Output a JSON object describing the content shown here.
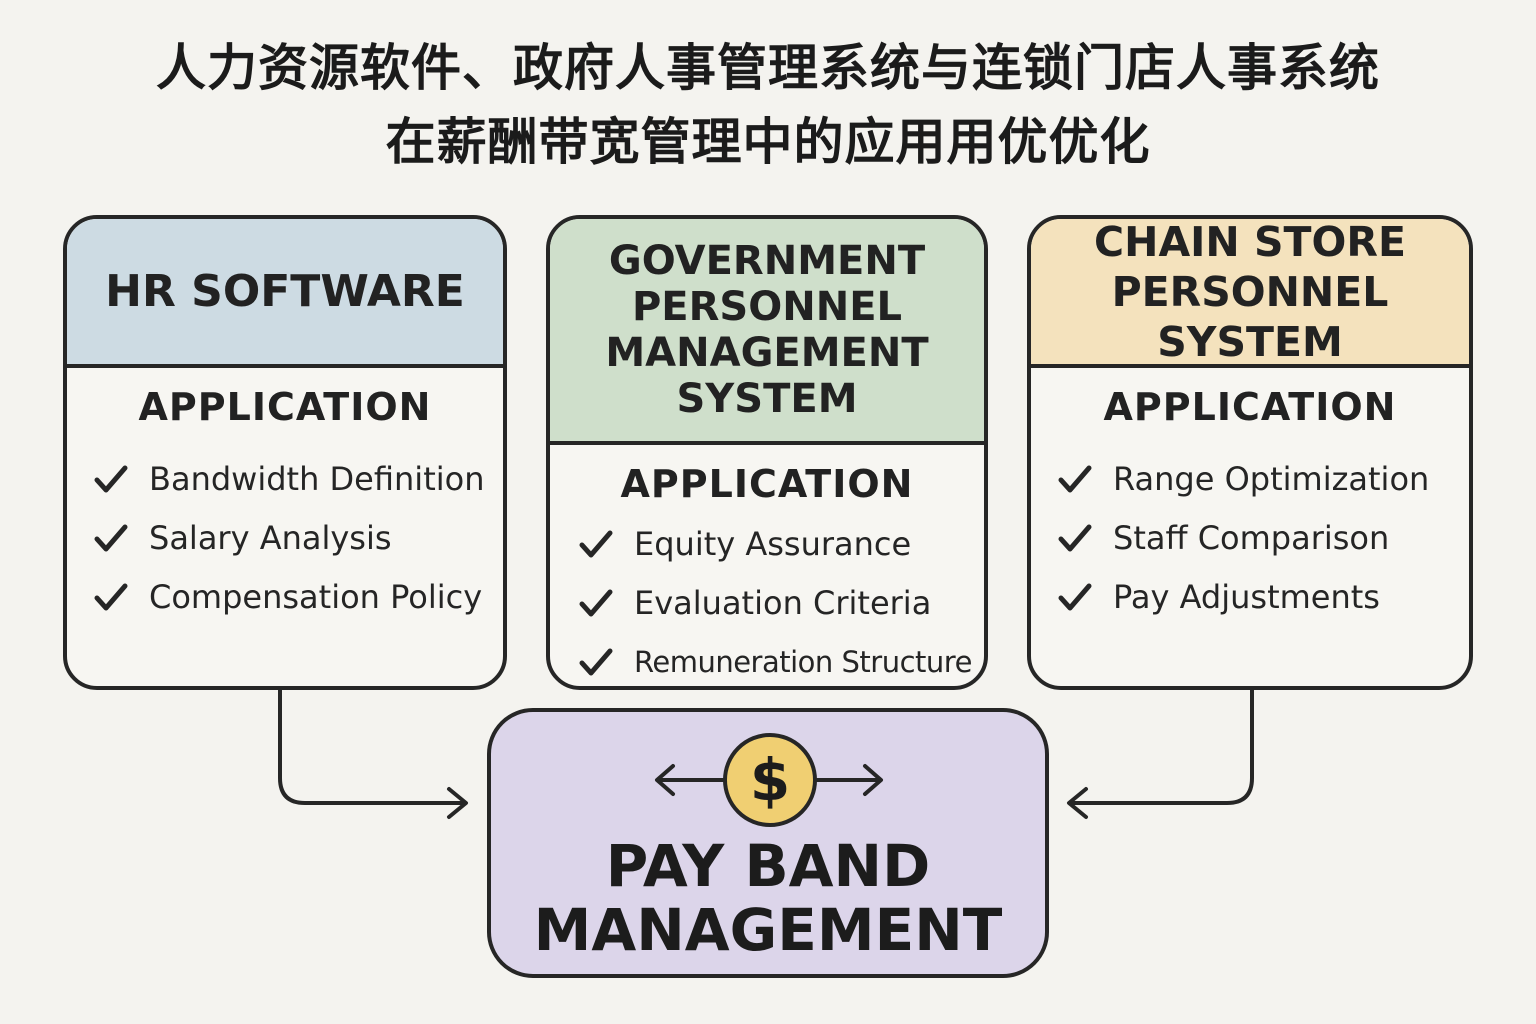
{
  "title": {
    "line1": "人力资源软件、政府人事管理系统与连锁门店人事系统",
    "line2": "在薪酬带宽管理中的应用用优优化"
  },
  "cards": {
    "hr": {
      "title_lines": [
        "HR SOFTWARE"
      ],
      "section": "APPLICATION",
      "items": [
        "Bandwidth Definition",
        "Salary Analysis",
        "Compensation Policy"
      ],
      "header_color": "#cddbe3"
    },
    "gov": {
      "title_lines": [
        "GOVERNMENT",
        "PERSONNEL",
        "MANAGEMENT",
        "SYSTEM"
      ],
      "section": "APPLICATION",
      "items": [
        "Equity Assurance",
        "Evaluation Criteria",
        "Remuneration Structure"
      ],
      "header_color": "#cfdfcb"
    },
    "chain": {
      "title_lines": [
        "CHAIN STORE",
        "PERSONNEL SYSTEM"
      ],
      "section": "APPLICATION",
      "items": [
        "Range Optimization",
        "Staff Comparison",
        "Pay Adjustments"
      ],
      "header_color": "#f4e2bd"
    }
  },
  "center": {
    "title_lines": [
      "PAY BAND",
      "MANAGEMENT"
    ],
    "icon": "dollar-coin-icon",
    "fill_color": "#dcd5ea",
    "coin_color": "#f0cf72"
  },
  "icons": {
    "item_marker": "checkmark-icon",
    "connector": "arrow-right-icon"
  }
}
